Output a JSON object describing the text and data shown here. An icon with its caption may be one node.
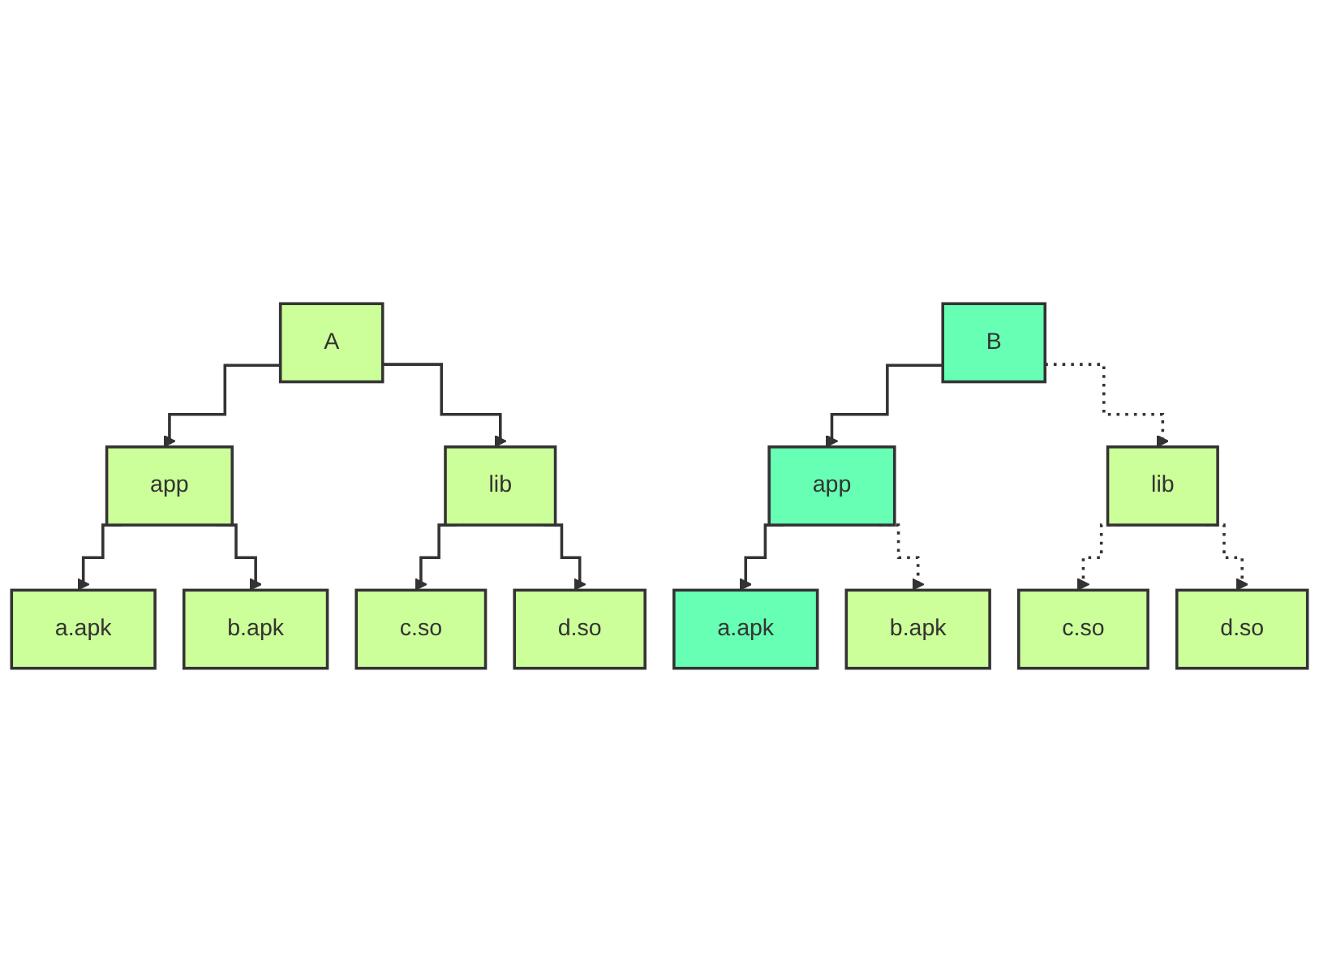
{
  "diagram": {
    "nodes": [
      {
        "text": [
          "A"
        ]
      },
      {
        "text": [
          "app"
        ]
      },
      {
        "text": [
          "a.apk"
        ]
      },
      {
        "text": [
          "b.apk"
        ]
      },
      {
        "text": [
          "lib"
        ]
      },
      {
        "text": [
          "c.so"
        ]
      },
      {
        "text": [
          "d.so"
        ]
      },
      {
        "text": [
          "B"
        ]
      },
      {
        "text": [
          "app"
        ]
      },
      {
        "text": [
          "a.apk"
        ]
      },
      {
        "text": [
          "b.apk"
        ]
      },
      {
        "text": [
          "lib"
        ]
      },
      {
        "text": [
          "c.so"
        ]
      },
      {
        "text": [
          "d.so"
        ]
      }
    ],
    "edges": [
      {
        "from": 0,
        "to": 1,
        "arrow": "to"
      },
      {
        "from": 1,
        "to": 2,
        "arrow": "to"
      },
      {
        "from": 1,
        "to": 3,
        "arrow": "to"
      },
      {
        "from": 0,
        "to": 4,
        "arrow": "to"
      },
      {
        "from": 4,
        "to": 5,
        "arrow": "to"
      },
      {
        "from": 4,
        "to": 6,
        "arrow": "to"
      },
      {
        "from": 7,
        "to": 8,
        "arrow": "to"
      },
      {
        "from": 8,
        "to": 9,
        "arrow": "to"
      },
      {
        "from": 8,
        "to": 10,
        "arrow": "to",
        "style": "dashed"
      },
      {
        "from": 7,
        "to": 11,
        "arrow": "to",
        "style": "dashed"
      },
      {
        "from": 11,
        "to": 12,
        "arrow": "to",
        "style": "dashed"
      },
      {
        "from": 11,
        "to": 13,
        "arrow": "to",
        "style": "dashed"
      }
    ]
  }
}
